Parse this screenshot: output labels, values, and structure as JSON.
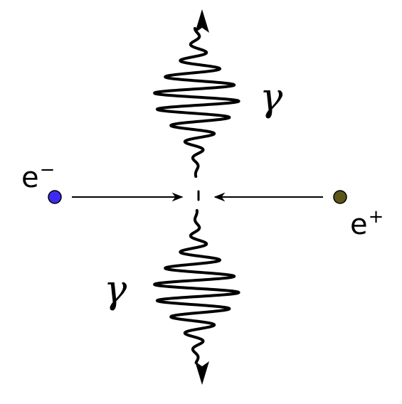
{
  "diagram": {
    "electron": {
      "symbol": "e",
      "charge": "−",
      "color": "#3d2cf0"
    },
    "positron": {
      "symbol": "e",
      "charge": "+",
      "color": "#5c5618"
    },
    "photon_top": {
      "symbol": "γ"
    },
    "photon_bottom": {
      "symbol": "γ"
    },
    "line_color": "#000000"
  }
}
